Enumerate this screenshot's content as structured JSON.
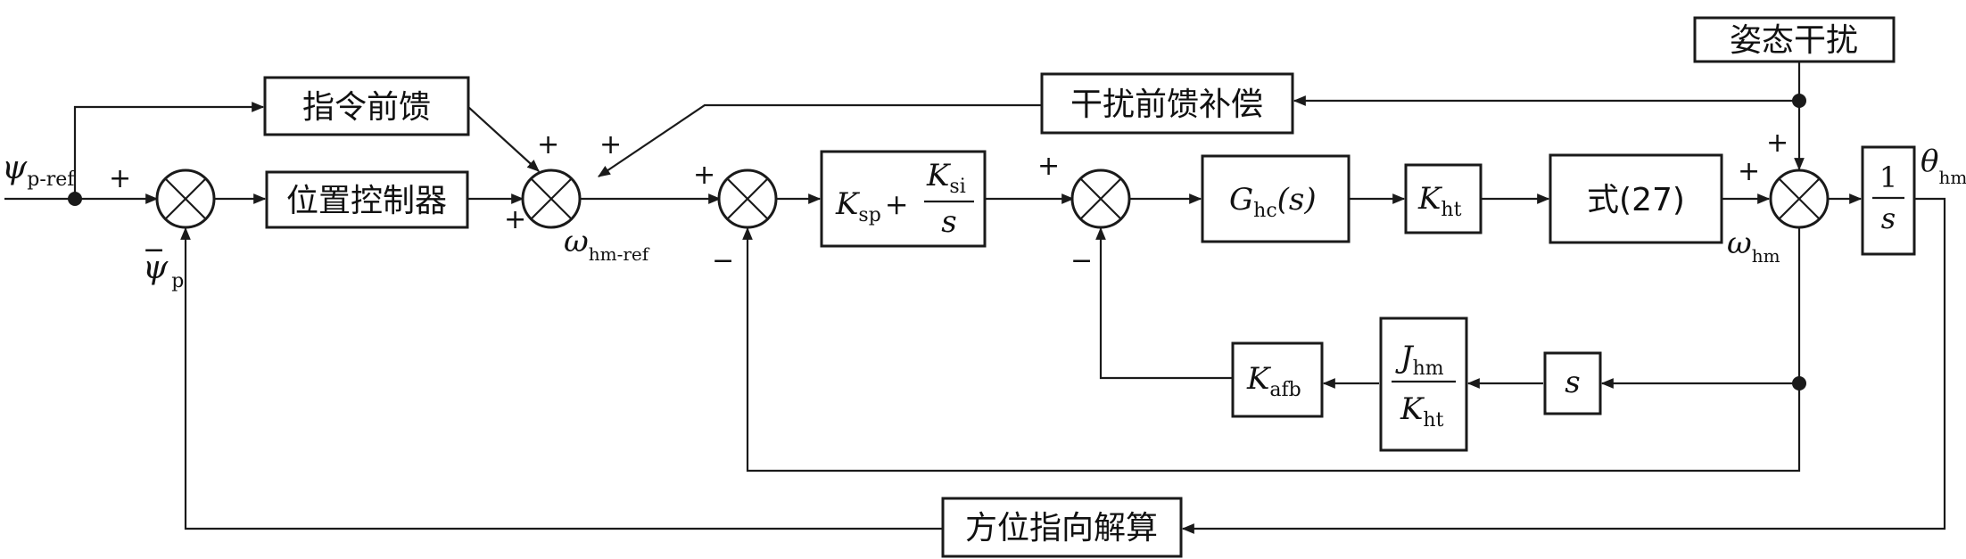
{
  "blocks": {
    "feedforward_cmd": "指令前馈",
    "position_controller": "位置控制器",
    "disturbance_ff": "干扰前馈补偿",
    "attitude_disturbance": "姿态干扰",
    "azimuth_pointing": "方位指向解算",
    "pi_K": "K",
    "pi_sp": "sp",
    "pi_plus": "+",
    "pi_si": "si",
    "pi_s": "s",
    "G": "G",
    "G_sub": "hc",
    "G_arg": "(s)",
    "Kht": "K",
    "Kht_sub": "ht",
    "eq27": "式(27)",
    "int_num": "1",
    "int_den": "s",
    "diff_s": "s",
    "J": "J",
    "J_sub": "hm",
    "Kht2": "K",
    "Kht2_sub": "ht",
    "Kafb": "K",
    "Kafb_sub": "afb"
  },
  "signals": {
    "psi_ref": "ψ",
    "psi_ref_sub": "p-ref",
    "psi_p": "ψ",
    "psi_p_sub": "p",
    "omega_ref": "ω",
    "omega_ref_sub": "hm-ref",
    "omega_hm": "ω",
    "omega_hm_sub": "hm",
    "theta": "θ",
    "theta_sub": "hm"
  },
  "signs": {
    "plus": "+",
    "minus": "−"
  }
}
